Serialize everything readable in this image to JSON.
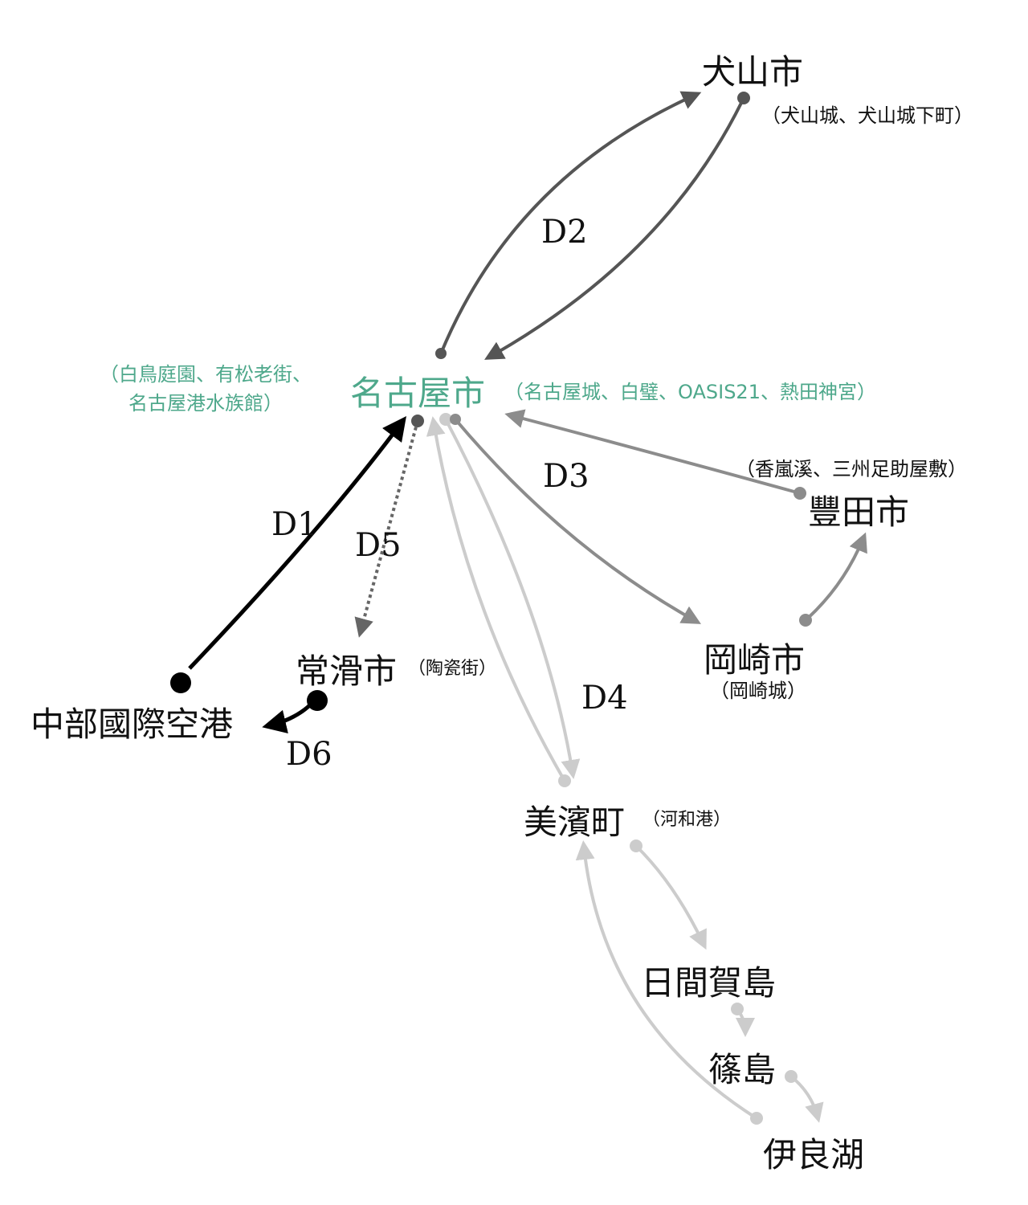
{
  "places": {
    "inuyama": {
      "name": "犬山市",
      "sights": "（犬山城、犬山城下町）"
    },
    "nagoya": {
      "name": "名古屋市",
      "sights": "（名古屋城、白璧、OASIS21、熱田神宮）",
      "sights_left_1": "（白鳥庭園、有松老街、",
      "sights_left_2": "名古屋港水族館）"
    },
    "toyota": {
      "name": "豐田市",
      "sights": "（香嵐溪、三州足助屋敷）"
    },
    "okazaki": {
      "name": "岡崎市",
      "sights": "（岡崎城）"
    },
    "tokoname": {
      "name": "常滑市",
      "sights": "（陶瓷街）"
    },
    "airport": {
      "name": "中部國際空港"
    },
    "mihama": {
      "name": "美濱町",
      "sights": "（河和港）"
    },
    "himakajima": {
      "name": "日間賀島"
    },
    "shinojima": {
      "name": "篠島"
    },
    "irago": {
      "name": "伊良湖"
    }
  },
  "routes": {
    "d1": "D1",
    "d2": "D2",
    "d3": "D3",
    "d4": "D4",
    "d5": "D5",
    "d6": "D6"
  },
  "colors": {
    "accent": "#4ea88b",
    "d1": "#000000",
    "d2": "#555555",
    "d3": "#8c8c8c",
    "d4": "#cccccc",
    "d5": "#666666",
    "d6": "#000000"
  }
}
